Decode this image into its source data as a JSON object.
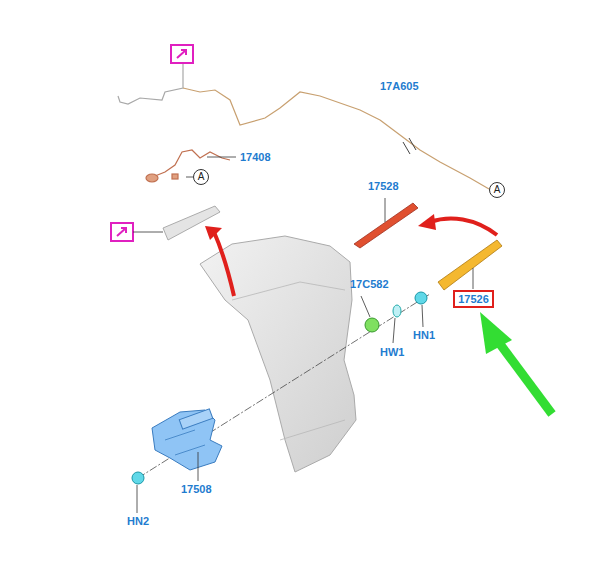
{
  "diagram": {
    "nodes": [
      {
        "text": [
          "A"
        ]
      },
      {
        "text": [
          "A"
        ]
      },
      {
        "text": [
          "17526"
        ]
      }
    ],
    "labels": [
      "17A605",
      "17408",
      "17528",
      "17C582",
      "HW1",
      "HN1",
      "HN2",
      "17508"
    ]
  }
}
